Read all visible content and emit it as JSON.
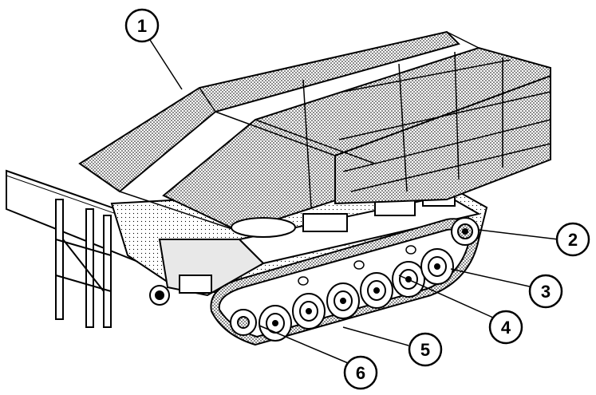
{
  "diagram": {
    "callouts": [
      {
        "label": "1"
      },
      {
        "label": "2"
      },
      {
        "label": "3"
      },
      {
        "label": "4"
      },
      {
        "label": "5"
      },
      {
        "label": "6"
      }
    ]
  },
  "colors": {
    "ink": "#000000",
    "paper": "#ffffff",
    "shade": "#bdbdbd"
  }
}
